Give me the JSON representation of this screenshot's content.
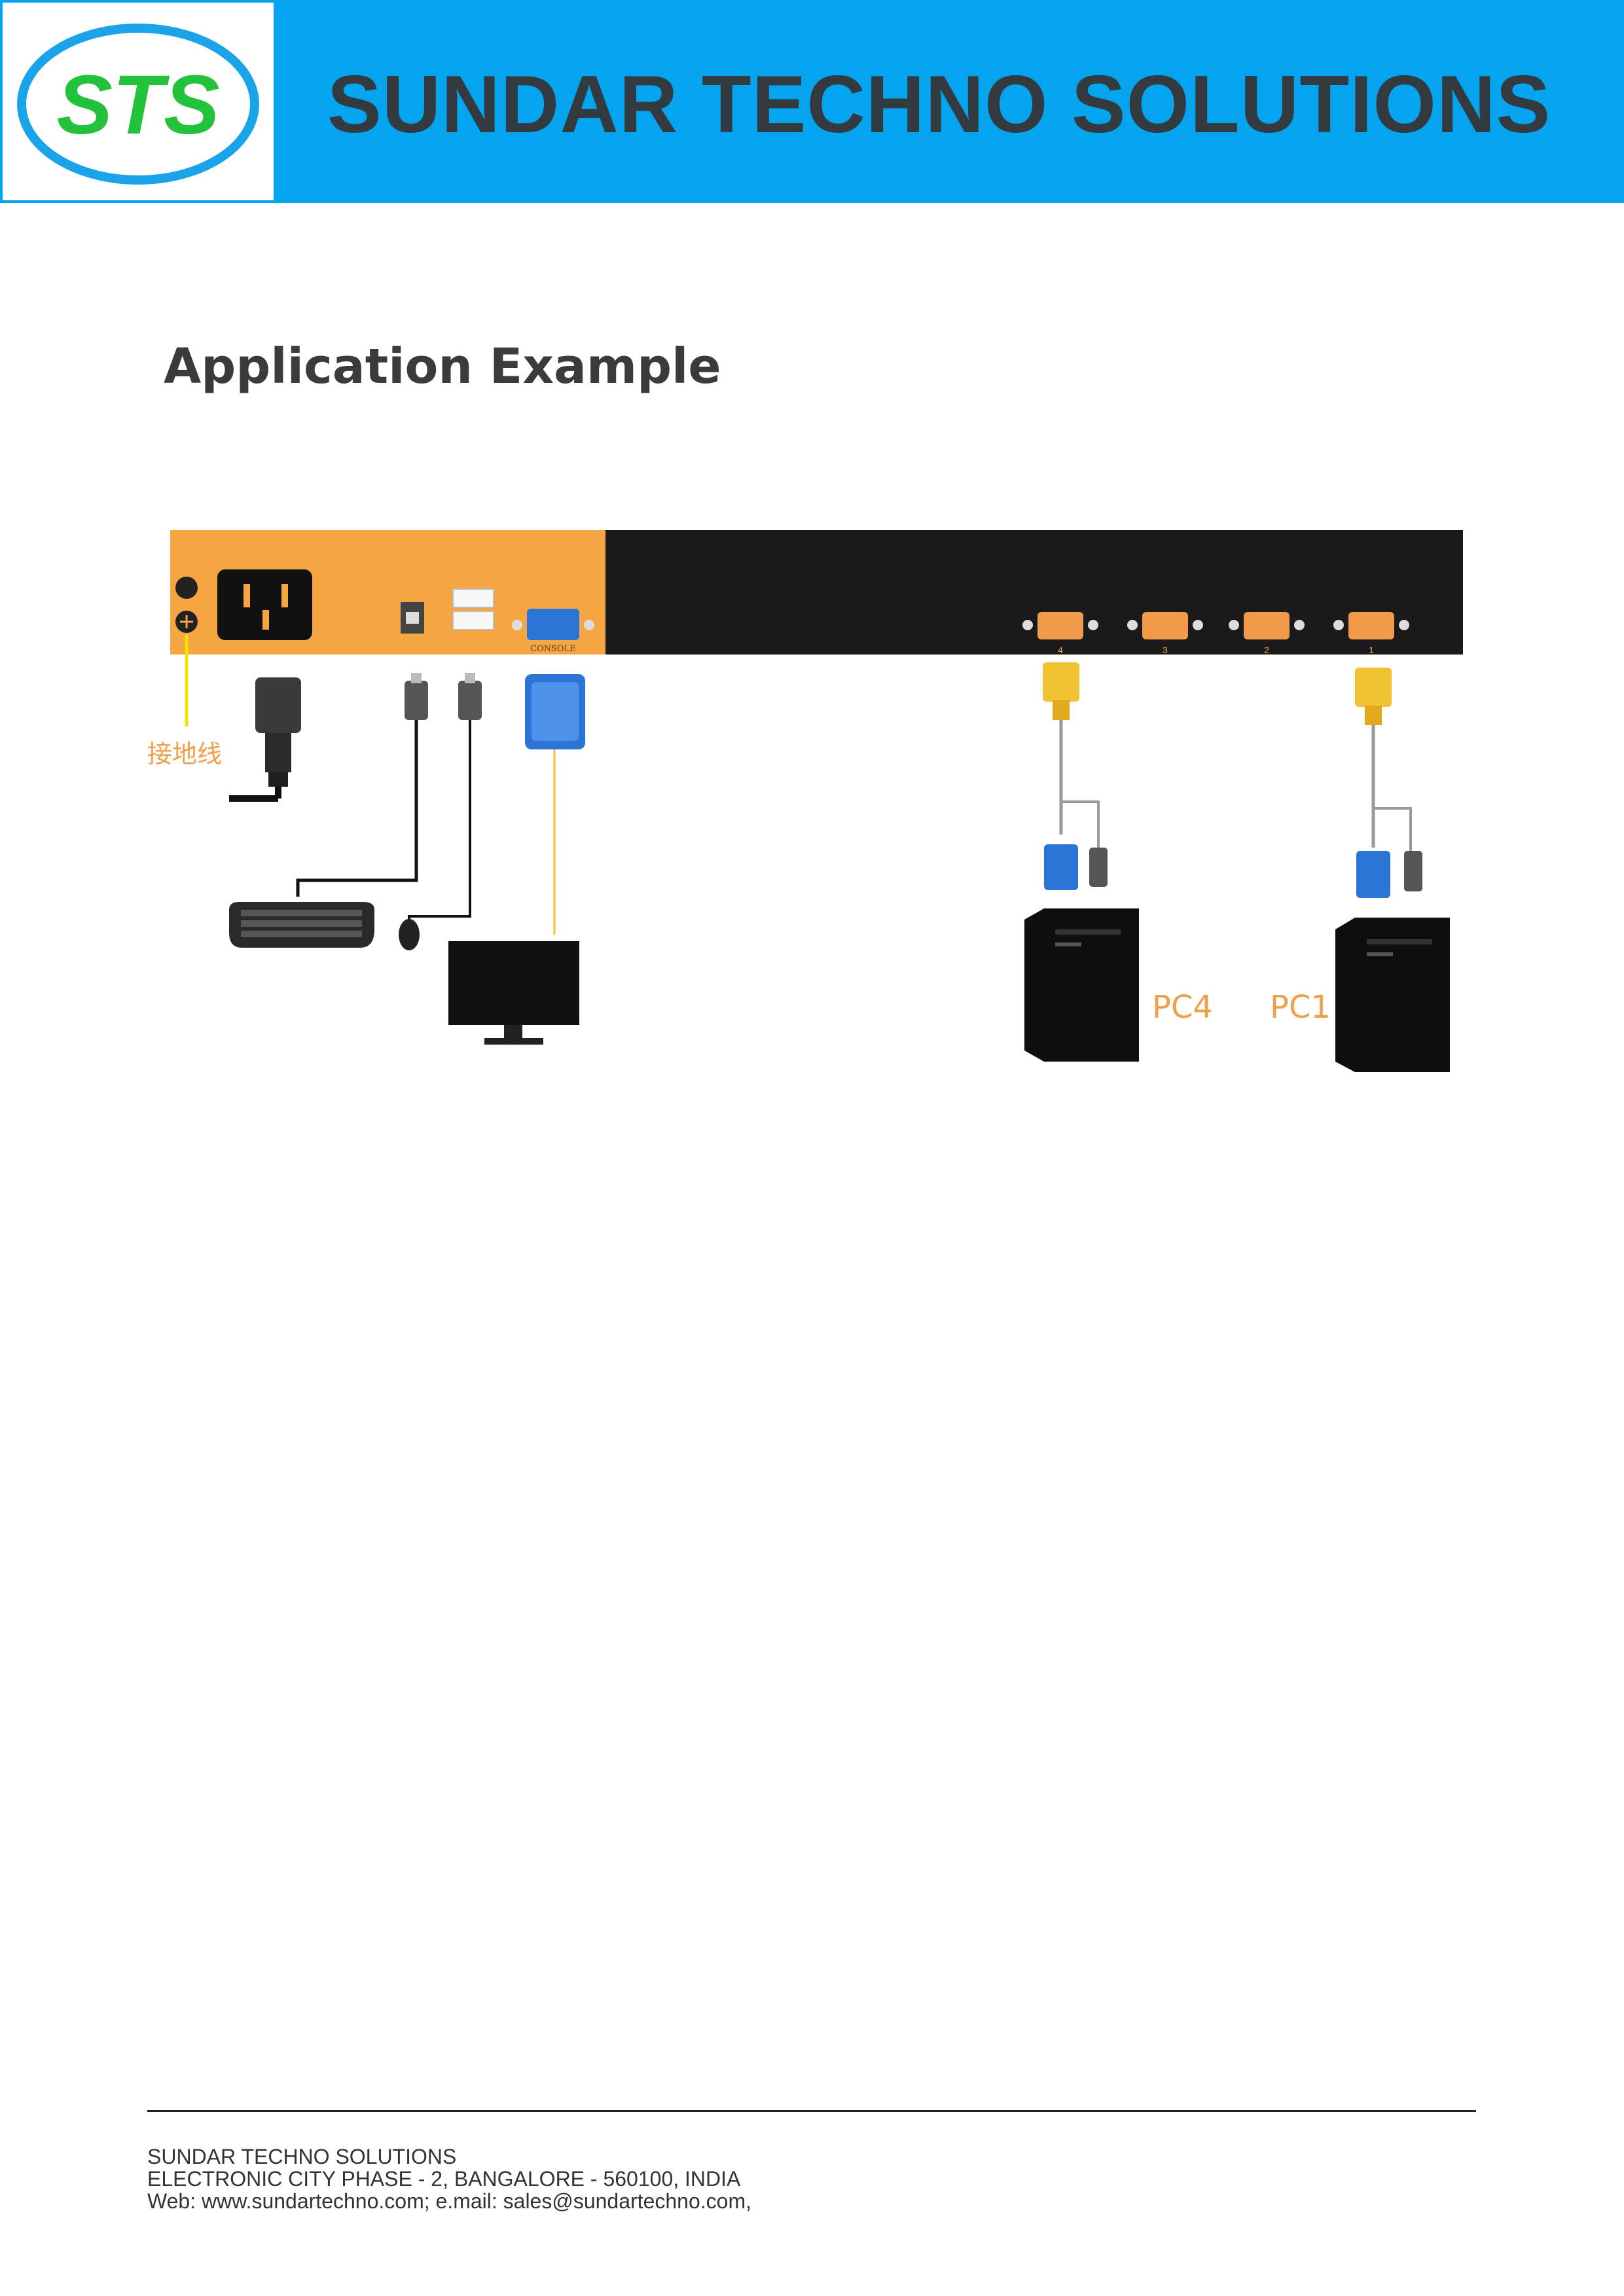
{
  "header": {
    "logo_text": "STS",
    "company_name": "SUNDAR TECHNO SOLUTIONS"
  },
  "section": {
    "title": "Application Example"
  },
  "diagram": {
    "ground_label": "接地线",
    "console_label": "CONSOLE",
    "port_labels": [
      "4",
      "3",
      "2",
      "1"
    ],
    "pc_labels": [
      "PC4",
      "PC1"
    ]
  },
  "footer": {
    "line1": "SUNDAR TECHNO SOLUTIONS",
    "line2": "ELECTRONIC CITY PHASE - 2, BANGALORE - 560100, INDIA",
    "line3": "Web: www.sundartechno.com; e.mail: sales@sundartechno.com,"
  },
  "colors": {
    "header_bg": "#04a4ef",
    "logo_ring": "#1aa3e8",
    "logo_text": "#22c23a",
    "panel_orange": "#f5a642",
    "panel_black": "#1a1a1a",
    "vga_blue": "#2a74d6",
    "vga_yellow": "#f1c232",
    "pc_label": "#f0a04b"
  }
}
